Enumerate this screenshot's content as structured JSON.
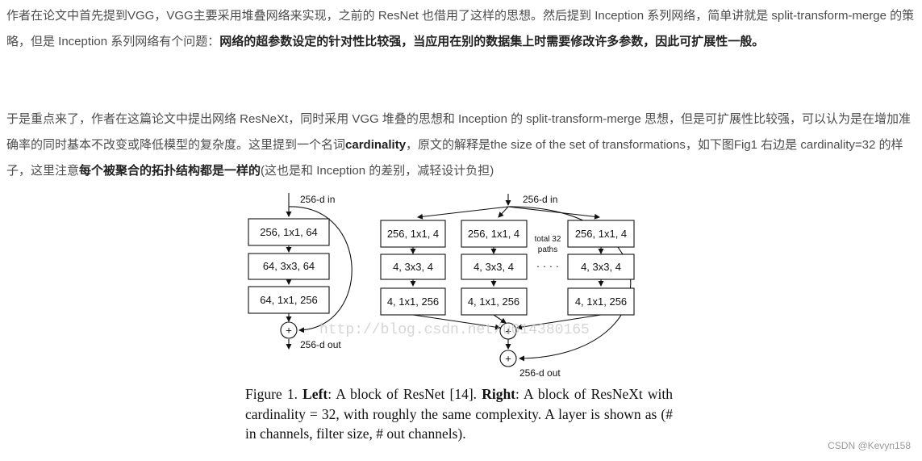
{
  "paragraph1": {
    "part1": " 作者在论文中首先提到VGG，VGG主要采用堆叠网络来实现，之前的 ResNet 也借用了这样的思想。然后提到 Inception 系列网络，简单讲就是 split-transform-merge 的策略，但是 Inception 系列网络有个问题：",
    "bold1": "网络的超参数设定的针对性比较强，当应用在别的数据集上时需要修改许多参数，因此可扩展性一般。"
  },
  "paragraph2": {
    "part1": " 于是重点来了，作者在这篇论文中提出网络 ResNeXt，同时采用 VGG 堆叠的思想和 Inception 的 split-transform-merge 思想，但是可扩展性比较强，可以认为是在增加准确率的同时基本不改变或降低模型的复杂度。这里提到一个名词",
    "bold1": "cardinality",
    "part2": "，原文的解释是the size of the set of transformations，如下图Fig1 右边是 cardinality=32 的样子，这里注意",
    "bold2": "每个被聚合的拓扑结构都是一样的",
    "part3": "(这也是和 Inception 的差别，减轻设计负担)"
  },
  "figure": {
    "left_block": {
      "input_label": "256-d in",
      "layers": [
        "256, 1x1, 64",
        "64, 3x3, 64",
        "64, 1x1, 256"
      ],
      "plus": "+",
      "output_label": "256-d out"
    },
    "right_block": {
      "input_label": "256-d in",
      "path_layers": [
        "256, 1x1, 4",
        "4, 3x3, 4",
        "4, 1x1, 256"
      ],
      "paths_note_line1": "total 32",
      "paths_note_line2": "paths",
      "dots": "· · · ·",
      "plus": "+",
      "output_label": "256-d out"
    },
    "watermark": "http://blog.csdn.net/u014380165"
  },
  "caption": {
    "fig": "Figure 1.",
    "left_label": "Left",
    "left_text": ": A block of ResNet [14].",
    "right_label": "Right",
    "right_text": ": A block of ResNeXt with cardinality = 32, with roughly the same complexity. A layer is shown as (# in channels, filter size, # out channels)."
  },
  "footer": {
    "csdn_credit": "CSDN @Kevyn158"
  }
}
